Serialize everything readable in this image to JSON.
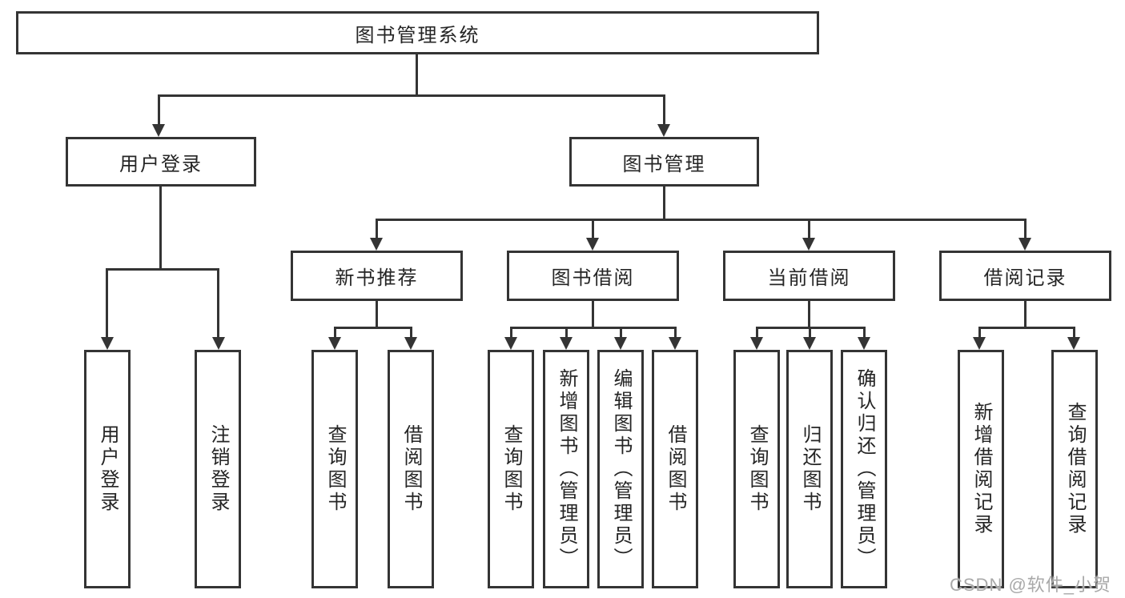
{
  "root_label": "图书管理系统",
  "user_login": {
    "label": "用户登录",
    "children": [
      "用户登录",
      "注销登录"
    ]
  },
  "book_mgmt": {
    "label": "图书管理"
  },
  "new_books": {
    "label": "新书推荐",
    "children": [
      "查询图书",
      "借阅图书"
    ]
  },
  "borrow": {
    "label": "图书借阅",
    "children": [
      "查询图书",
      "新增图书（管理员）",
      "编辑图书（管理员）",
      "借阅图书"
    ]
  },
  "current": {
    "label": "当前借阅",
    "children": [
      "查询图书",
      "归还图书",
      "确认归还（管理员）"
    ]
  },
  "records": {
    "label": "借阅记录",
    "children": [
      "新增借阅记录",
      "查询借阅记录"
    ]
  },
  "watermark": "CSDN @软件_小贺同学",
  "colors": {
    "line": "#343434",
    "text": "#252525",
    "watermark": "#a9a9a9"
  }
}
